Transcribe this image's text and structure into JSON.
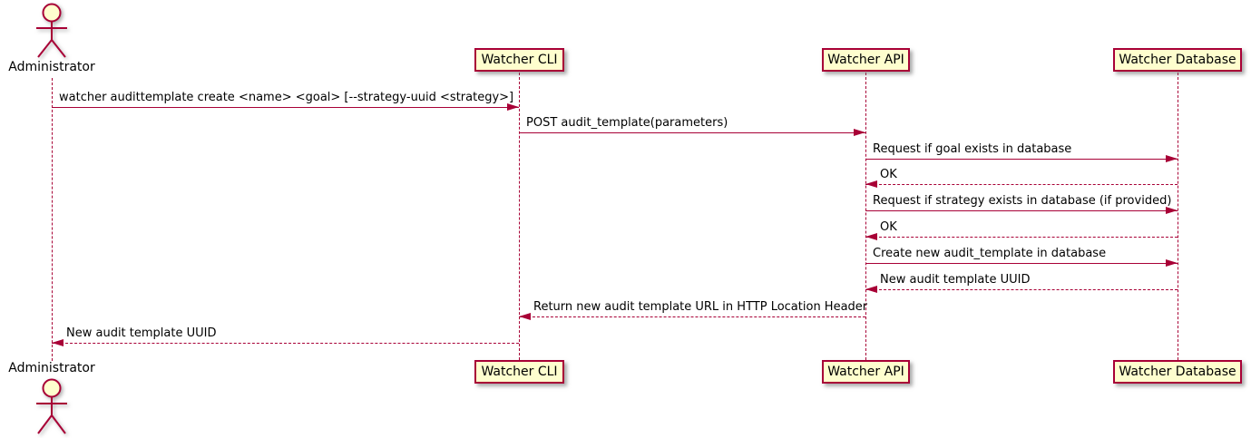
{
  "diagram": {
    "type": "sequence-diagram",
    "tool_style": "plantuml"
  },
  "colors": {
    "participant_fill": "#FEFECE",
    "border": "#A80036",
    "arrow": "#A80036",
    "lifeline": "#A80036",
    "text": "#000000",
    "background": "#FFFFFF"
  },
  "actor": {
    "label": "Administrator"
  },
  "participants": [
    {
      "label": "Watcher CLI"
    },
    {
      "label": "Watcher API"
    },
    {
      "label": "Watcher Database"
    }
  ],
  "messages": [
    {
      "from": "Administrator",
      "to": "Watcher CLI",
      "type": "solid",
      "direction": "right",
      "label": "watcher audittemplate create <name> <goal> [--strategy-uuid <strategy>]"
    },
    {
      "from": "Watcher CLI",
      "to": "Watcher API",
      "type": "solid",
      "direction": "right",
      "label": "POST audit_template(parameters)"
    },
    {
      "from": "Watcher API",
      "to": "Watcher Database",
      "type": "solid",
      "direction": "right",
      "label": "Request if goal exists in database"
    },
    {
      "from": "Watcher Database",
      "to": "Watcher API",
      "type": "dashed",
      "direction": "left",
      "label": "OK"
    },
    {
      "from": "Watcher API",
      "to": "Watcher Database",
      "type": "solid",
      "direction": "right",
      "label": "Request if strategy exists in database (if provided)"
    },
    {
      "from": "Watcher Database",
      "to": "Watcher API",
      "type": "dashed",
      "direction": "left",
      "label": "OK"
    },
    {
      "from": "Watcher API",
      "to": "Watcher Database",
      "type": "solid",
      "direction": "right",
      "label": "Create new audit_template in database"
    },
    {
      "from": "Watcher Database",
      "to": "Watcher API",
      "type": "dashed",
      "direction": "left",
      "label": "New audit template UUID"
    },
    {
      "from": "Watcher API",
      "to": "Watcher CLI",
      "type": "dashed",
      "direction": "left",
      "label": "Return new audit template URL in HTTP Location Header"
    },
    {
      "from": "Watcher CLI",
      "to": "Administrator",
      "type": "dashed",
      "direction": "left",
      "label": "New audit template UUID"
    }
  ]
}
